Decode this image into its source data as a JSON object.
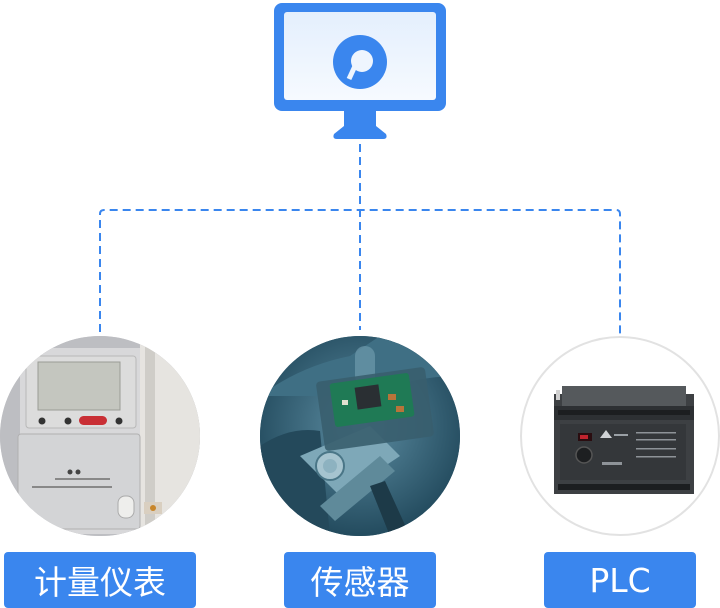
{
  "colors": {
    "accent": "#3a86ee",
    "screen_fill": "#eaf3fe",
    "line": "#3a86ee"
  },
  "hub": {
    "icon": "monitor-icon",
    "logo_icon": "ring-logo-icon"
  },
  "nodes": [
    {
      "label": "计量仪表",
      "icon": "meter-photo"
    },
    {
      "label": "传感器",
      "icon": "sensor-photo"
    },
    {
      "label": "PLC",
      "icon": "plc-photo"
    }
  ]
}
